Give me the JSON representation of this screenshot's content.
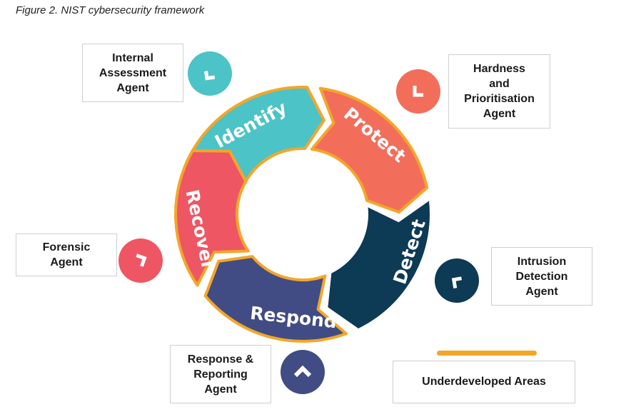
{
  "caption": "Figure 2. NIST cybersecurity framework",
  "colors": {
    "identify": "#4cc3c6",
    "protect": "#f26e5a",
    "detect": "#0d3a55",
    "respond": "#404c83",
    "recover": "#ee5663",
    "outline": "#f4a628"
  },
  "segments": {
    "identify": "Identify",
    "protect": "Protect",
    "detect": "Detect",
    "respond": "Respond",
    "recover": "Recover"
  },
  "agents": {
    "identify": "Internal\nAssessment\nAgent",
    "protect": "Hardness\nand\nPrioritisation\nAgent",
    "detect": "Intrusion\nDetection\nAgent",
    "respond": "Response &\nReporting\nAgent",
    "recover": "Forensic\nAgent"
  },
  "icons": {
    "identify": "corner-arrow-icon",
    "protect": "corner-arrow-icon",
    "detect": "corner-arrow-icon",
    "respond": "chevron-up-icon",
    "recover": "corner-arrow-icon"
  },
  "legend": {
    "label": "Underdeveloped Areas",
    "color": "#f4a628"
  }
}
